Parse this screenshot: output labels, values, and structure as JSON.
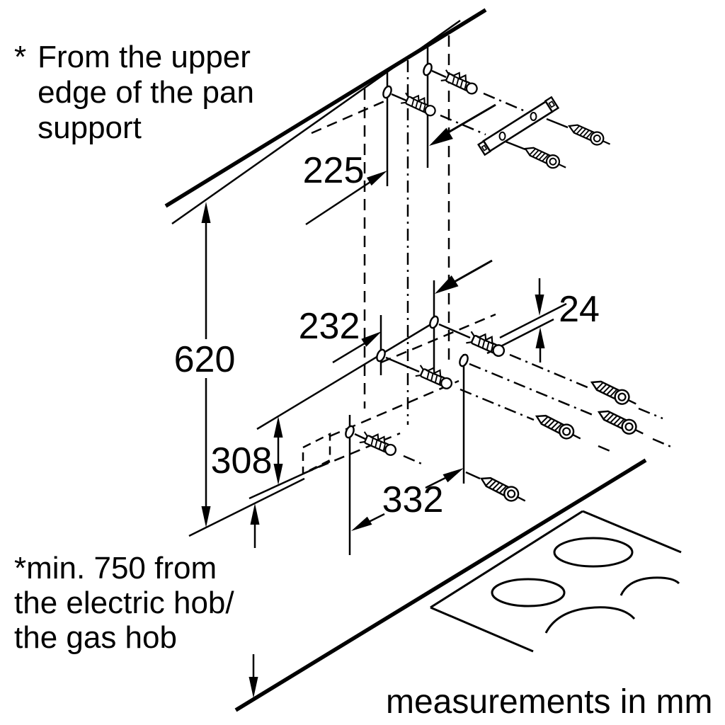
{
  "notes": {
    "pan_support": {
      "marker": "*",
      "lines": [
        "From the upper",
        "edge of the pan",
        "support"
      ]
    },
    "hob_clearance": {
      "lines": [
        "*min. 750 from",
        "the electric hob/",
        "the gas hob"
      ]
    },
    "units_label": "measurements in mm"
  },
  "dimensions": {
    "top_hole_spacing": "225",
    "mid_hole_spacing": "232",
    "rail_thickness": "24",
    "total_height": "620",
    "lower_section_height": "308",
    "lower_hole_spacing": "332"
  },
  "colors": {
    "line": "#000000",
    "background": "#ffffff"
  }
}
